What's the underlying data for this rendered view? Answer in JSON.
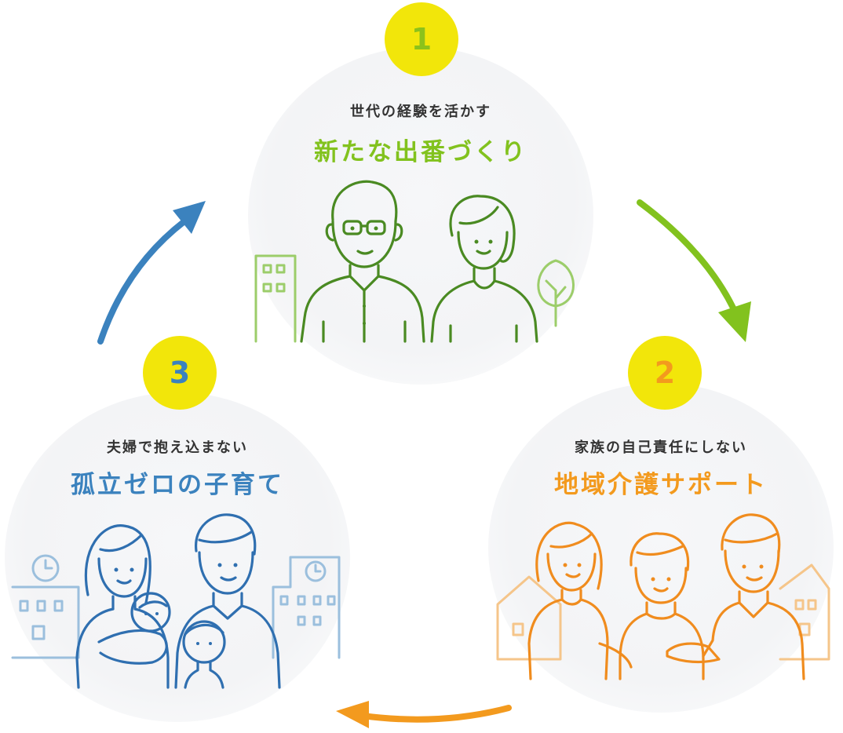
{
  "cycle": {
    "step1": {
      "number": "1",
      "subtitle": "世代の経験を活かす",
      "title": "新たな出番づくり",
      "color": "#82c21e",
      "number_color": "#8cc21b"
    },
    "step2": {
      "number": "2",
      "subtitle": "家族の自己責任にしない",
      "title": "地域介護サポート",
      "color": "#f39a1e",
      "number_color": "#f39a1e"
    },
    "step3": {
      "number": "3",
      "subtitle": "夫婦で抱え込まない",
      "title": "孤立ゼロの子育て",
      "color": "#3b82be",
      "number_color": "#3b82be"
    }
  },
  "badge_color": "#f2e60a",
  "illustrations": {
    "step1": "elderly-couple-illustration",
    "step2": "family-with-grandmother-illustration",
    "step3": "parents-with-children-illustration"
  }
}
